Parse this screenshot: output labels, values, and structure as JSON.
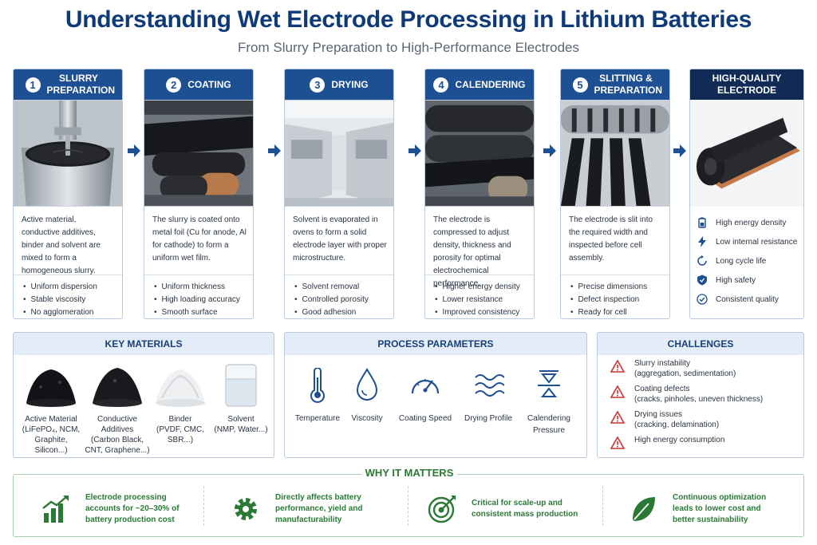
{
  "header": {
    "title": "Understanding Wet Electrode Processing in Lithium Batteries",
    "subtitle": "From Slurry Preparation to High-Performance Electrodes"
  },
  "steps": [
    {
      "number": "1",
      "title": "SLURRY PREPARATION",
      "description": "Active material, conductive additives, binder and solvent are mixed to form a homogeneous slurry.",
      "bullets": [
        "Uniform dispersion",
        "Stable viscosity",
        "No agglomeration"
      ]
    },
    {
      "number": "2",
      "title": "COATING",
      "description": "The slurry is coated onto metal foil (Cu for anode, Al for cathode) to form a uniform wet film.",
      "bullets": [
        "Uniform thickness",
        "High loading accuracy",
        "Smooth surface"
      ]
    },
    {
      "number": "3",
      "title": "DRYING",
      "description": "Solvent is evaporated in ovens to form a solid electrode layer with proper microstructure.",
      "bullets": [
        "Solvent removal",
        "Controlled porosity",
        "Good adhesion"
      ]
    },
    {
      "number": "4",
      "title": "CALENDERING",
      "description": "The electrode is compressed to adjust density, thickness and porosity for optimal electrochemical performance.",
      "bullets": [
        "Higher energy density",
        "Lower resistance",
        "Improved consistency"
      ]
    },
    {
      "number": "5",
      "title": "SLITTING & PREPARATION",
      "description": "The electrode is slit into the required width and inspected before cell assembly.",
      "bullets": [
        "Precise dimensions",
        "Defect inspection",
        "Ready for cell assembly"
      ]
    }
  ],
  "result": {
    "title": "HIGH-QUALITY ELECTRODE",
    "features": [
      {
        "icon": "battery-icon",
        "label": "High energy density"
      },
      {
        "icon": "lightning-icon",
        "label": "Low internal resistance"
      },
      {
        "icon": "cycle-icon",
        "label": "Long cycle life"
      },
      {
        "icon": "shield-icon",
        "label": "High safety"
      },
      {
        "icon": "check-circle-icon",
        "label": "Consistent quality"
      }
    ]
  },
  "materials": {
    "title": "KEY MATERIALS",
    "items": [
      {
        "label": "Active Material\n(LiFePO₄, NCM,\nGraphite, Silicon...)",
        "icon": "black-powder-icon"
      },
      {
        "label": "Conductive\nAdditives\n(Carbon Black,\nCNT, Graphene...)",
        "icon": "carbon-powder-icon"
      },
      {
        "label": "Binder\n(PVDF, CMC,\nSBR...)",
        "icon": "white-powder-icon"
      },
      {
        "label": "Solvent\n(NMP, Water...)",
        "icon": "beaker-icon"
      }
    ]
  },
  "parameters": {
    "title": "PROCESS PARAMETERS",
    "items": [
      {
        "label": "Temperature",
        "icon": "thermometer-icon"
      },
      {
        "label": "Viscosity",
        "icon": "droplet-icon"
      },
      {
        "label": "Coating Speed",
        "icon": "gauge-icon"
      },
      {
        "label": "Drying Profile",
        "icon": "waves-icon"
      },
      {
        "label": "Calendering\nPressure",
        "icon": "pressure-icon"
      }
    ]
  },
  "challenges": {
    "title": "CHALLENGES",
    "items": [
      "Slurry instability\n(aggregation, sedimentation)",
      "Coating defects\n(cracks, pinholes, uneven thickness)",
      "Drying issues\n(cracking, delamination)",
      "High energy consumption"
    ]
  },
  "why": {
    "title": "WHY IT MATTERS",
    "items": [
      {
        "text": "Electrode processing\naccounts for ~20–30% of\nbattery production cost",
        "icon": "growth-chart-icon"
      },
      {
        "text": "Directly affects battery\nperformance, yield and\nmanufacturability",
        "icon": "gear-icon"
      },
      {
        "text": "Critical for scale-up and\nconsistent mass production",
        "icon": "target-icon"
      },
      {
        "text": "Continuous optimization\nleads to lower cost and\nbetter sustainability",
        "icon": "leaf-icon"
      }
    ]
  },
  "colors": {
    "step_header": "#1d4f93",
    "result_header": "#102b55",
    "accent_green": "#2a7a35",
    "warning_red": "#d0302a"
  }
}
